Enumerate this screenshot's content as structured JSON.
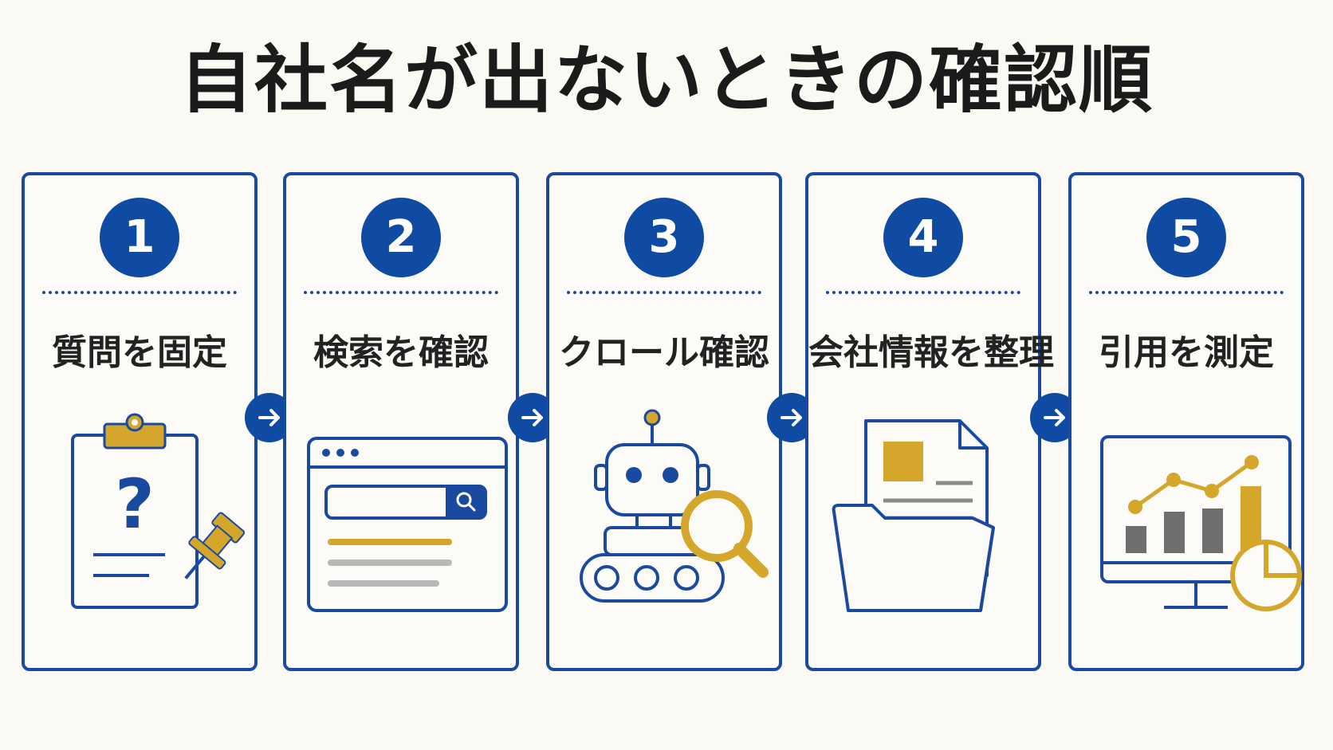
{
  "title": "自社名が出ないときの確認順",
  "colors": {
    "primary_blue": "#1a4aa0",
    "accent_gold": "#d4a72c",
    "gray": "#8a8a8a",
    "background": "#fbf9f3"
  },
  "steps": [
    {
      "number": "1",
      "label": "質問を固定",
      "icon": "clipboard-question-pin-icon"
    },
    {
      "number": "2",
      "label": "検索を確認",
      "icon": "browser-search-icon"
    },
    {
      "number": "3",
      "label": "クロール確認",
      "icon": "robot-magnifier-icon"
    },
    {
      "number": "4",
      "label": "会社情報を整理",
      "icon": "document-folder-icon"
    },
    {
      "number": "5",
      "label": "引用を測定",
      "icon": "monitor-chart-icon"
    }
  ],
  "connector_icon": "arrow-right-icon"
}
